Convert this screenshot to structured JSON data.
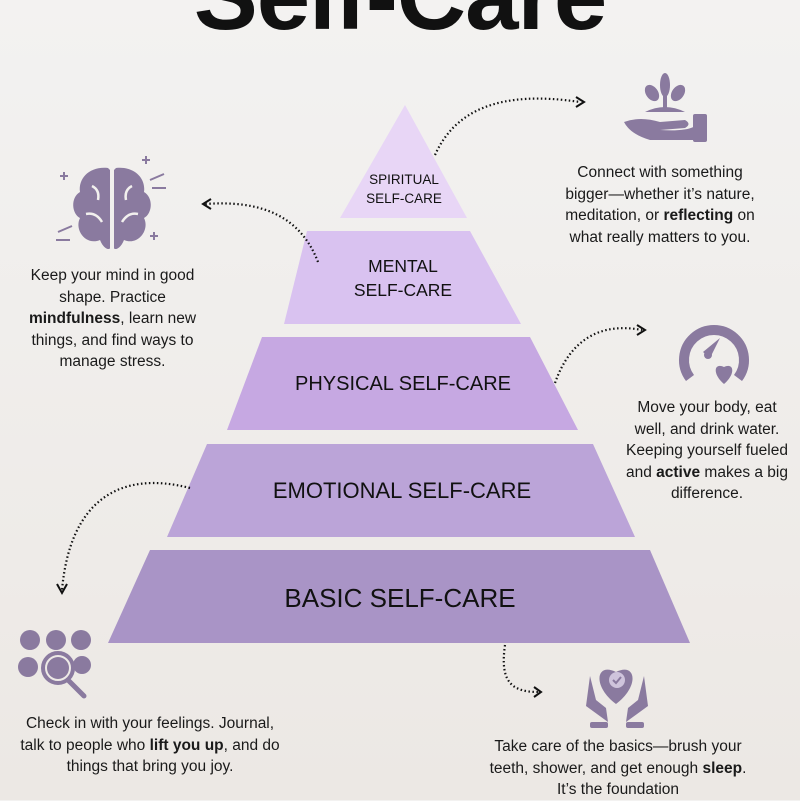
{
  "title": "Self-Care",
  "colors": {
    "icon": "#8a7a9f",
    "background": "#f2f0ee"
  },
  "tiers": [
    {
      "line1": "SPIRITUAL",
      "line2": "SELF-CARE",
      "color": "#e8d6f6"
    },
    {
      "line1": "MENTAL",
      "line2": "SELF-CARE",
      "color": "#d9c2f0"
    },
    {
      "label": "PHYSICAL SELF-CARE",
      "color": "#c6a8e2"
    },
    {
      "label": "EMOTIONAL SELF-CARE",
      "color": "#bba4d8"
    },
    {
      "label": "BASIC SELF-CARE",
      "color": "#a994c6"
    }
  ],
  "descriptions": {
    "spiritual": {
      "icon": "plant-in-hand-icon",
      "pre": "Connect with something bigger—whether it’s nature, meditation, or ",
      "bold": "reflecting",
      "post": " on what really matters to you."
    },
    "mental": {
      "icon": "brain-icon",
      "pre": "Keep your mind in good shape. Practice ",
      "bold": "mindfulness",
      "post": ", learn new things, and find ways to manage stress."
    },
    "physical": {
      "icon": "gauge-heart-icon",
      "pre": "Move your body, eat well, and drink water. Keeping yourself fueled and ",
      "bold": "active",
      "post": " makes a big difference."
    },
    "emotional": {
      "icon": "emotions-magnifier-icon",
      "pre": "Check in with your feelings. Journal, talk to people who ",
      "bold": "lift you up",
      "post": ", and do things that bring you joy."
    },
    "basic": {
      "icon": "heart-in-hands-icon",
      "pre": "Take care of the basics—brush your teeth, shower, and get enough ",
      "bold": "sleep",
      "post": ". It’s the foundation"
    }
  }
}
